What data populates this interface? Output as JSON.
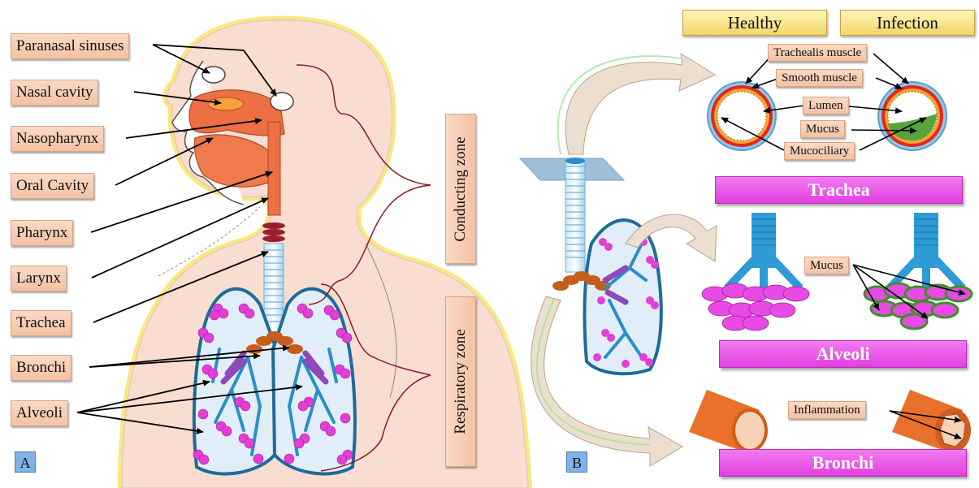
{
  "panel_a": {
    "letter": "A",
    "labels": [
      "Paranasal sinuses",
      "Nasal cavity",
      "Nasopharynx",
      "Oral Cavity",
      "Pharynx",
      "Larynx",
      "Trachea",
      "Bronchi",
      "Alveoli"
    ],
    "zones": {
      "conducting": "Conducting zone",
      "respiratory": "Respiratory zone"
    }
  },
  "panel_b": {
    "letter": "B",
    "headers": {
      "healthy": "Healthy",
      "infection": "Infection"
    },
    "trachea_labels": [
      "Trachealis muscle",
      "Smooth muscle",
      "Lumen",
      "Mucus",
      "Mucociliary"
    ],
    "alveoli_label": "Mucus",
    "bronchi_label": "Inflammation",
    "bars": {
      "trachea": "Trachea",
      "alveoli": "Alveoli",
      "bronchi": "Bronchi"
    }
  },
  "colors": {
    "label_fill": "#f6c7aa",
    "header_fill": "#f7e28e",
    "bar_magenta": "#e84ae6",
    "body_fill": "#f9ddd0",
    "airway_blue": "#2a8fc9",
    "alveoli_magenta": "#e23fd6",
    "orange": "#e8702a"
  }
}
